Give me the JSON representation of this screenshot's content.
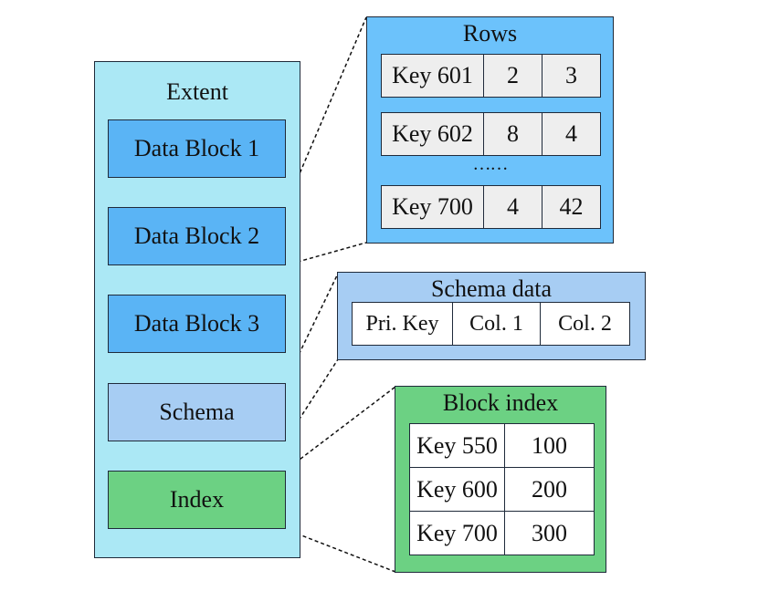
{
  "extent": {
    "title": "Extent",
    "blocks": [
      {
        "label": "Data Block 1",
        "color": "#5ab4f5"
      },
      {
        "label": "Data Block 2",
        "color": "#5ab4f5"
      },
      {
        "label": "Data Block 3",
        "color": "#5ab4f5"
      },
      {
        "label": "Schema",
        "color": "#a7cdf3"
      },
      {
        "label": "Index",
        "color": "#6cd183"
      }
    ],
    "color": "#abe8f5"
  },
  "rows_panel": {
    "title": "Rows",
    "color": "#6cc2fb",
    "rows": [
      [
        "Key 601",
        "2",
        "3"
      ],
      [
        "Key 602",
        "8",
        "4"
      ],
      [
        "Key 700",
        "4",
        "42"
      ]
    ],
    "ellipsis": "……"
  },
  "schema_panel": {
    "title": "Schema data",
    "color": "#a7cdf3",
    "columns": [
      "Pri. Key",
      "Col. 1",
      "Col. 2"
    ]
  },
  "index_panel": {
    "title": "Block index",
    "color": "#6cd183",
    "rows": [
      [
        "Key 550",
        "100"
      ],
      [
        "Key 600",
        "200"
      ],
      [
        "Key 700",
        "300"
      ]
    ]
  }
}
